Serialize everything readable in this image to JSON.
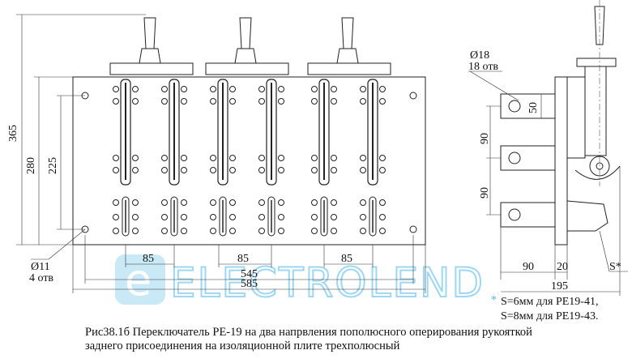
{
  "front_view": {
    "dim_total_height": "365",
    "dim_plate_height": "280",
    "dim_hole_spacing_v": "225",
    "hole_label_1": "Ø11",
    "hole_label_2": "4 отв",
    "dim_pole_spacing": [
      "85",
      "85",
      "85"
    ],
    "dim_hole_spacing_h": "545",
    "dim_plate_width": "585"
  },
  "side_view": {
    "bar_hole_label_1": "Ø18",
    "bar_hole_label_2": "18 отв",
    "dim_bar_width": "50",
    "dim_bar_pitch": [
      "90",
      "90"
    ],
    "dim_bar_length": "90",
    "dim_plate_thickness": "20",
    "dim_total_depth": "195",
    "thickness_label": "S*"
  },
  "notes": {
    "asterisk": "*",
    "line1": "S=6мм для РЕ19-41,",
    "line2": "S=8мм для РЕ19-43."
  },
  "caption": {
    "line1": "Рис38.1б Переключатель РЕ-19 на два напрвления пополюсного оперирования  рукояткой",
    "line2": "заднего присоединения на изоляционной плите трехполюсный"
  },
  "watermark": {
    "text": "ELECTROLEND",
    "color": "#4fb8e8"
  }
}
